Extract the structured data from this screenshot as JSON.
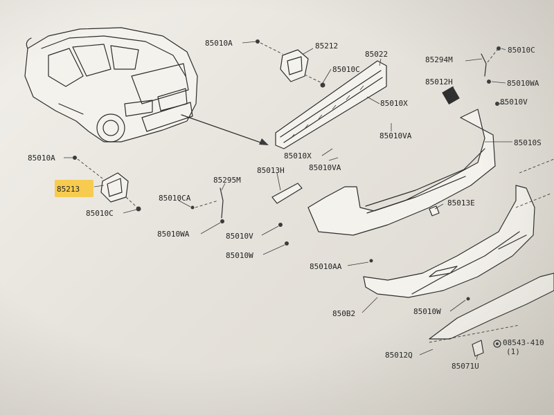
{
  "highlight_color": "#f7c948",
  "labels": {
    "p85010A_top": "85010A",
    "p85212": "85212",
    "p85010C_top": "85010C",
    "p85022": "85022",
    "p85294M": "85294M",
    "p85010C_right": "85010C",
    "p85012H": "85012H",
    "p85010WA_right": "85010WA",
    "p85010X_top": "85010X",
    "p85010V_right": "85010V",
    "p85010VA_top": "85010VA",
    "p85010S": "85010S",
    "p85010A_left": "85010A",
    "p85010X_mid": "85010X",
    "p85010VA_mid": "85010VA",
    "p85013H": "85013H",
    "p85295M": "85295M",
    "p85213": "85213",
    "p85010CA": "85010CA",
    "p85013E": "85013E",
    "p85010C_left": "85010C",
    "p85010WA_left": "85010WA",
    "p85010V_mid": "85010V",
    "p85010W_mid": "85010W",
    "p85010AA": "85010AA",
    "p850B2": "850B2",
    "p85010W_low": "85010W",
    "p08543": "08543-410",
    "p08543_qty": "(1)",
    "p85012Q": "85012Q",
    "p85071U": "85071U"
  }
}
